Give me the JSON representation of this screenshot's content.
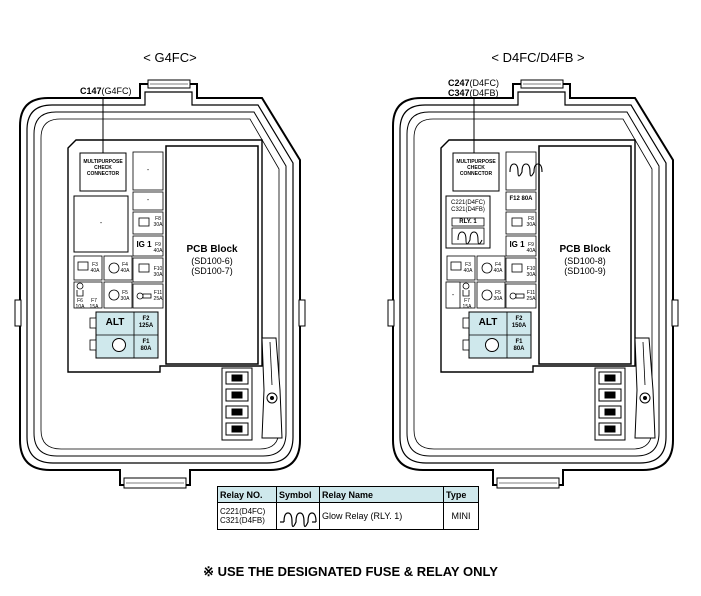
{
  "left": {
    "title": "< G4FC>",
    "connector_bold": "C147",
    "connector_rest": "(G4FC)",
    "mpc": [
      "MULTIPURPOSE",
      "CHECK",
      "CONNECTOR"
    ],
    "pcb": [
      "PCB Block",
      "(SD100-6)",
      "(SD100-7)"
    ],
    "ig1": "IG 1",
    "alt": "ALT",
    "f2": [
      "F2",
      "125A"
    ],
    "f1": [
      "F1",
      "80A"
    ],
    "dash": "-",
    "small": {
      "f8": [
        "F8",
        "30A"
      ],
      "f9": [
        "F9",
        "40A"
      ],
      "f3": [
        "F3",
        "40A"
      ],
      "f4": [
        "F4",
        "40A"
      ],
      "f10": [
        "F10",
        "30A"
      ],
      "f5": [
        "F5",
        "30A"
      ],
      "f11": [
        "F11",
        "25A"
      ],
      "f6": [
        "F6",
        "10A"
      ],
      "f7": [
        "F7",
        "15A"
      ]
    }
  },
  "right": {
    "title": "< D4FC/D4FB >",
    "conn1_bold": "C247",
    "conn1_rest": "(D4FC)",
    "conn2_bold": "C347",
    "conn2_rest": "(D4FB)",
    "mpc": [
      "MULTIPURPOSE",
      "CHECK",
      "CONNECTOR"
    ],
    "pcb": [
      "PCB Block",
      "(SD100-8)",
      "(SD100-9)"
    ],
    "relay_code": [
      "C221(D4FC)",
      "C321(D4FB)"
    ],
    "relay_label": "RLY. 1",
    "f12": "F12 80A",
    "ig1": "IG 1",
    "alt": "ALT",
    "f2": [
      "F2",
      "150A"
    ],
    "f1": [
      "F1",
      "80A"
    ],
    "dash": "-",
    "small": {
      "f8": [
        "F8",
        "30A"
      ],
      "f9": [
        "F9",
        "40A"
      ],
      "f3": [
        "F3",
        "40A"
      ],
      "f4": [
        "F4",
        "40A"
      ],
      "f10": [
        "F10",
        "30A"
      ],
      "f5": [
        "F5",
        "30A"
      ],
      "f11": [
        "F11",
        "25A"
      ],
      "f7": [
        "F7",
        "15A"
      ]
    }
  },
  "table": {
    "headers": [
      "Relay NO.",
      "Symbol",
      "Relay Name",
      "Type"
    ],
    "row": {
      "relay_no": [
        "C221(D4FC)",
        "C321(D4FB)"
      ],
      "name": "Glow Relay (RLY. 1)",
      "type": "MINI"
    }
  },
  "footer": "※ USE THE DESIGNATED FUSE & RELAY ONLY",
  "colors": {
    "fuse_fill": "#cfe8ec",
    "line": "#000000",
    "bg": "#ffffff"
  },
  "icons": [
    "relay-icon",
    "glow-relay-coil-icon",
    "fuse-icon",
    "horn-icon",
    "key-icon"
  ]
}
